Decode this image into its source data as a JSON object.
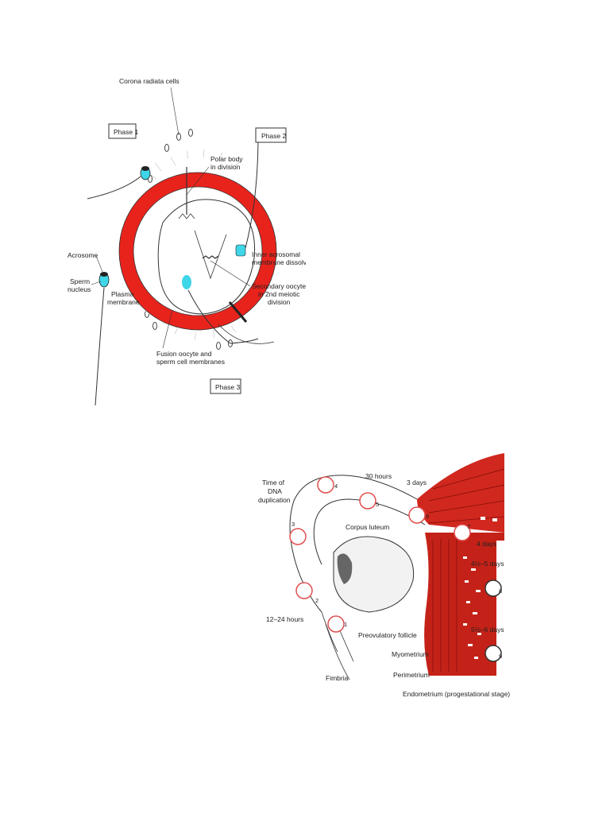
{
  "figure1": {
    "phases": [
      "Phase 1",
      "Phase 2",
      "Phase 3"
    ],
    "labels": {
      "corona": "Corona radiata cells",
      "polar_line1": "Polar body",
      "polar_line2": "in division",
      "inner_line1": "Inner acrosomal",
      "inner_line2": "membrane dissolves",
      "secondary_line1": "Secondary oocyte",
      "secondary_line2": "in 2nd meiotic",
      "secondary_line3": "division",
      "acrosome": "Acrosome",
      "sperm_line1": "Sperm",
      "sperm_line2": "nucleus",
      "plasma_line1": "Plasma",
      "plasma_line2": "membrane",
      "fusion_line1": "Fusion oocyte and",
      "fusion_line2": "sperm cell membranes"
    },
    "colors": {
      "zona": "#e8231c",
      "sperm": "#3fd6e8",
      "line": "#333333"
    }
  },
  "figure2": {
    "labels": {
      "dna_line1": "Time of",
      "dna_line2": "DNA",
      "dna_line3": "duplication",
      "hours30": "30 hours",
      "days3": "3 days",
      "days4": "4 days",
      "days45": "4½–5 days",
      "days56": "5½–6 days",
      "hours1224": "12–24 hours",
      "corpus": "Corpus luteum",
      "preovulatory": "Preovulatory follicle",
      "myometrium": "Myometrium",
      "perimetrium": "Perimetrium",
      "endometrium": "Endometrium (progestational stage)",
      "fimbria": "Fimbria"
    },
    "stage_numbers": [
      "1",
      "2",
      "3",
      "4",
      "5",
      "6",
      "7",
      "8",
      "9"
    ],
    "colors": {
      "uterus": "#d0281e",
      "uterus_dark": "#9e1510",
      "embryo": "#e05050"
    }
  }
}
